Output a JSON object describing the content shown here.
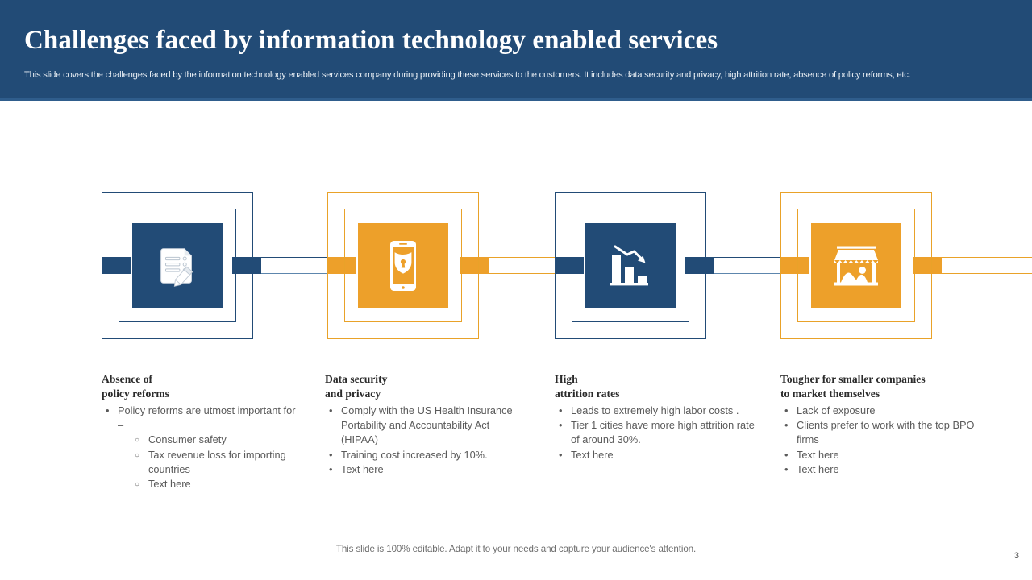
{
  "header": {
    "title": "Challenges faced by information technology enabled services",
    "subtitle": "This slide covers the challenges faced by the information technology enabled services company during providing these services to the customers. It includes data security and privacy, high attrition rate, absence of policy reforms, etc.",
    "background_color": "#224b76"
  },
  "theme": {
    "dark_blue": "#224b76",
    "orange": "#eda02a",
    "body_text": "#5a5a5a",
    "heading_text": "#2b2b2b"
  },
  "nodes": [
    {
      "id": 1,
      "color": "dark_blue",
      "icon": "document-checklist-pencil-icon"
    },
    {
      "id": 2,
      "color": "orange",
      "icon": "smartphone-shield-lock-icon"
    },
    {
      "id": 3,
      "color": "dark_blue",
      "icon": "declining-bar-chart-arrow-icon"
    },
    {
      "id": 4,
      "color": "orange",
      "icon": "storefront-shop-icon"
    }
  ],
  "columns": [
    {
      "heading": "Absence of\npolicy reforms",
      "bullets": [
        {
          "text": "Policy reforms are utmost important for –",
          "sub": [
            "Consumer safety",
            "Tax revenue loss for importing countries",
            "Text here"
          ]
        }
      ]
    },
    {
      "heading": "Data security\nand privacy",
      "bullets": [
        {
          "text": "Comply with the US Health Insurance Portability and Accountability Act (HIPAA)",
          "sub": []
        },
        {
          "text": "Training cost increased by 10%.",
          "sub": []
        },
        {
          "text": "Text here",
          "sub": []
        }
      ]
    },
    {
      "heading": "High\nattrition rates",
      "bullets": [
        {
          "text": "Leads to extremely high labor costs .",
          "sub": []
        },
        {
          "text": "Tier 1 cities have more high attrition rate of around 30%.",
          "sub": []
        },
        {
          "text": "Text here",
          "sub": []
        }
      ]
    },
    {
      "heading": "Tougher for smaller companies\nto market themselves",
      "bullets": [
        {
          "text": "Lack of exposure",
          "sub": []
        },
        {
          "text": "Clients prefer to work with the top BPO firms",
          "sub": []
        },
        {
          "text": "Text here",
          "sub": []
        },
        {
          "text": "Text here",
          "sub": []
        }
      ]
    }
  ],
  "bullet_marker": "•",
  "sub_bullet_marker": "○",
  "footer": {
    "note": "This slide is 100% editable. Adapt it to your needs and capture your audience's attention.",
    "page_number": "3"
  }
}
